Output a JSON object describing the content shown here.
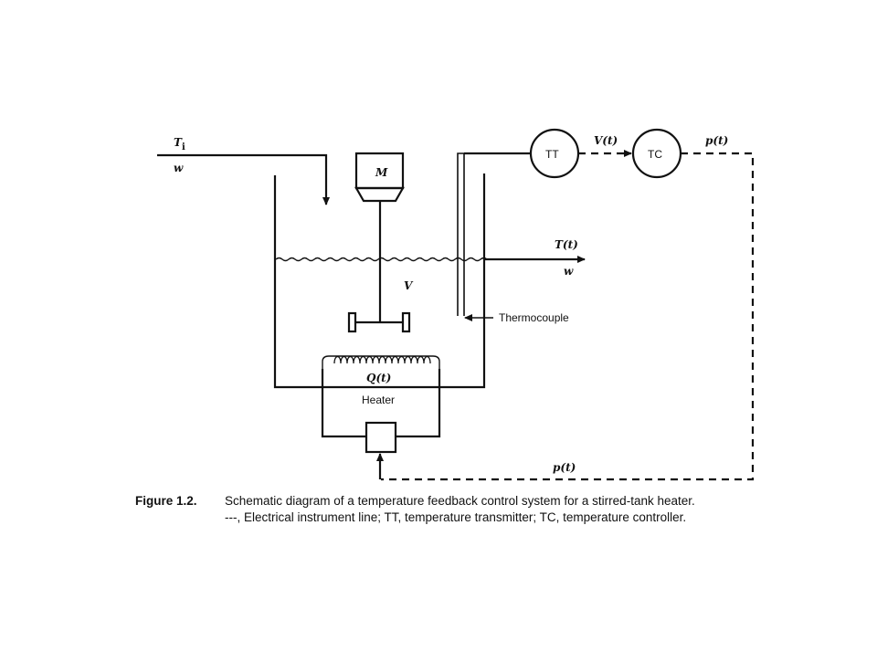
{
  "diagram": {
    "inlet_temp": "Ti",
    "inlet_temp_sub": "i",
    "inlet_flow": "w",
    "motor": "M",
    "volume": "V",
    "outlet_temp": "T(t)",
    "outlet_flow": "w",
    "thermocouple": "Thermocouple",
    "heat": "Q(t)",
    "heater": "Heater",
    "transmitter": "TT",
    "controller": "TC",
    "transmitter_signal": "V(t)",
    "controller_output_top": "p(t)",
    "controller_output_bottom": "p(t)"
  },
  "caption": {
    "number": "Figure 1.2.",
    "line1": "Schematic diagram of a temperature feedback control system for a stirred-tank heater.",
    "line2": "---, Electrical instrument line; TT, temperature transmitter; TC, temperature controller."
  }
}
